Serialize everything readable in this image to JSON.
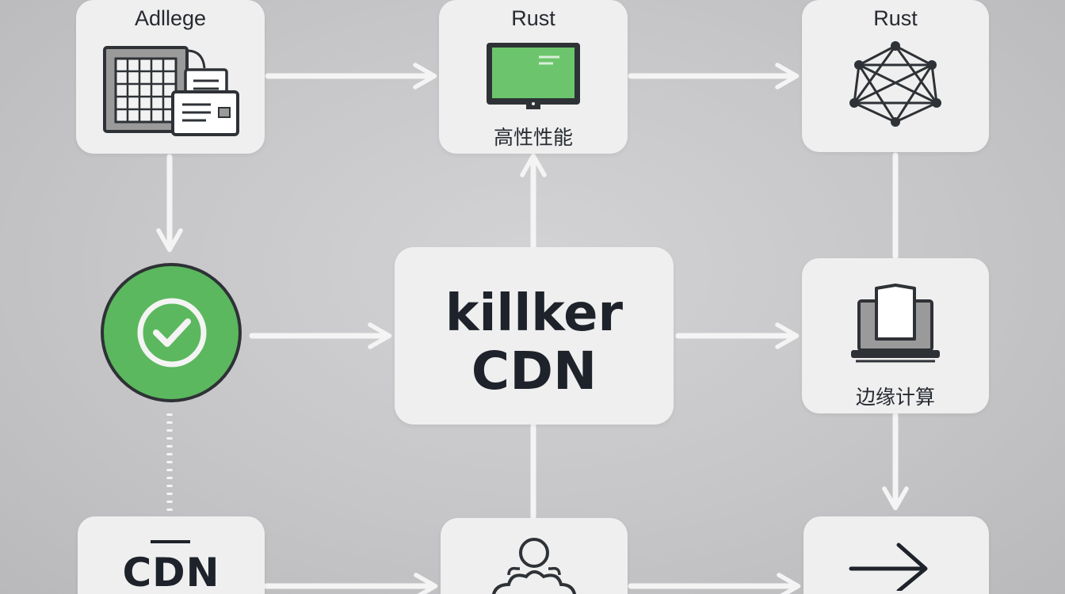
{
  "nodes": {
    "top_left": {
      "label": "Adllege"
    },
    "top_middle": {
      "label": "Rust",
      "caption": "高性性能"
    },
    "top_right": {
      "label": "Rust"
    },
    "center": {
      "line1": "killker",
      "line2": "CDN"
    },
    "middle_right": {
      "caption": "边缘计算"
    },
    "bottom_left": {
      "label": "CDN"
    }
  },
  "icons": {
    "top_left": "spreadsheet-documents-icon",
    "top_middle": "monitor-icon",
    "top_right": "network-mesh-icon",
    "check": "check-circle-icon",
    "middle_right": "laptop-icon",
    "bottom_middle": "user-cloud-icon",
    "bottom_right": "arrow-right-icon"
  },
  "colors": {
    "accent_green": "#5bb85e",
    "node_fill": "#efefef",
    "stroke_dark": "#2e3236",
    "connector": "#f4f4f4"
  }
}
